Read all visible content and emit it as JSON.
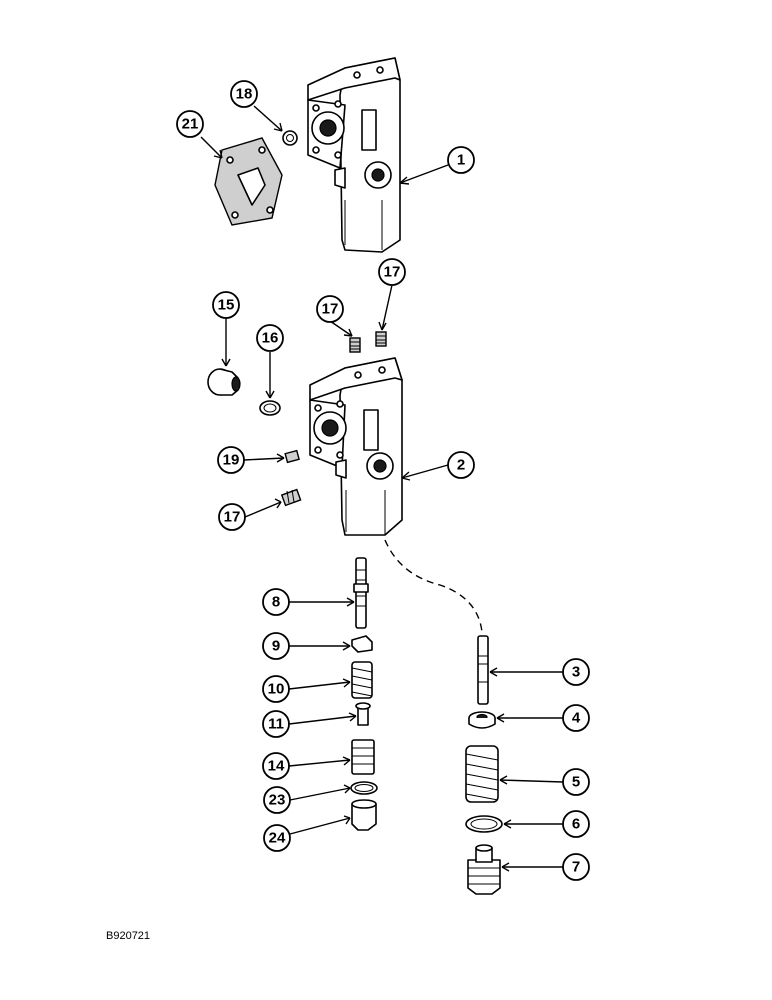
{
  "drawing_number": "B920721",
  "callouts": {
    "c1": "1",
    "c2": "2",
    "c3": "3",
    "c4": "4",
    "c5": "5",
    "c6": "6",
    "c7": "7",
    "c8": "8",
    "c9": "9",
    "c10": "10",
    "c11": "11",
    "c14": "14",
    "c15": "15",
    "c16": "16",
    "c17a": "17",
    "c17b": "17",
    "c17c": "17",
    "c18": "18",
    "c19": "19",
    "c21": "21",
    "c23": "23",
    "c24": "24"
  }
}
